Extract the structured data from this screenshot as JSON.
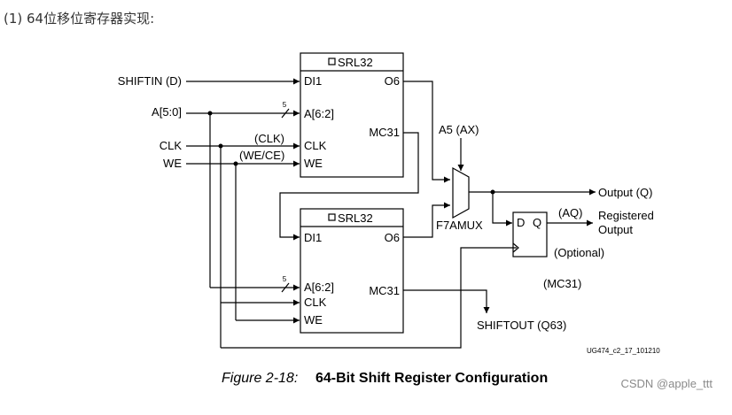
{
  "heading": "(1) 64位移位寄存器实现:",
  "diagram": {
    "inputs": {
      "shiftin": "SHIFTIN (D)",
      "addr": "A[5:0]",
      "clk": "CLK",
      "we": "WE"
    },
    "wire_labels": {
      "clk": "(CLK)",
      "we": "(WE/CE)",
      "bus_width_top": "5",
      "bus_width_bottom": "5"
    },
    "srl_top": {
      "title": "SRL32",
      "pins": {
        "di": "DI1",
        "addr": "A[6:2]",
        "clk": "CLK",
        "we": "WE",
        "o6": "O6",
        "mc31": "MC31"
      }
    },
    "srl_bottom": {
      "title": "SRL32",
      "pins": {
        "di": "DI1",
        "addr": "A[6:2]",
        "clk": "CLK",
        "we": "WE",
        "o6": "O6",
        "mc31": "MC31"
      }
    },
    "mux": {
      "select": "A5 (AX)",
      "name": "F7AMUX"
    },
    "ff": {
      "d": "D",
      "q": "Q",
      "q_label": "(AQ)",
      "optional": "(Optional)"
    },
    "outputs": {
      "output_q": "Output (Q)",
      "registered_line1": "Registered",
      "registered_line2": "Output",
      "mc31": "(MC31)",
      "shiftout": "SHIFTOUT (Q63)"
    },
    "doc_id": "UG474_c2_17_101210",
    "caption_prefix": "Figure 2-18:",
    "caption_title": "64-Bit Shift Register Configuration"
  },
  "watermark": "CSDN @apple_ttt"
}
